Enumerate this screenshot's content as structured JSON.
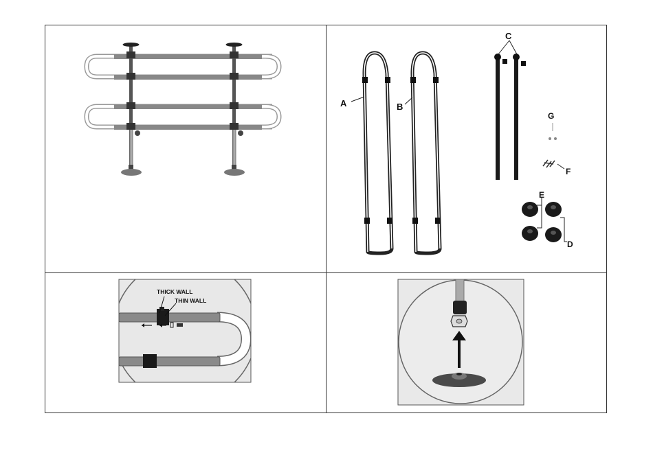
{
  "parts": {
    "a": "A",
    "b": "B",
    "c": "C",
    "d": "D",
    "e": "E",
    "f": "F",
    "g": "G"
  },
  "detail": {
    "thick_wall": "THICK WALL",
    "thin_wall": "THIN WALL"
  }
}
